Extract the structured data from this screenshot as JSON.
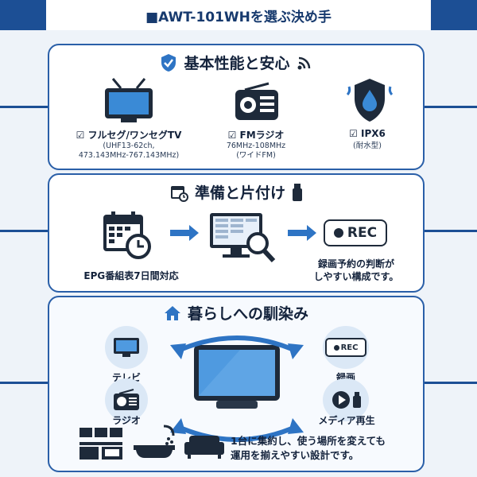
{
  "header": {
    "title": "■AWT-101WHを選ぶ決め手"
  },
  "section1": {
    "title": "基本性能と安心",
    "features": [
      {
        "label": "フルセグ/ワンセグTV",
        "sub1": "(UHF13-62ch,",
        "sub2": "473.143MHz-767.143MHz)"
      },
      {
        "label": "FMラジオ",
        "sub1": "76MHz-108MHz",
        "sub2": "(ワイドFM)"
      },
      {
        "label": "IPX6",
        "sub1": "(耐水型)",
        "sub2": ""
      }
    ]
  },
  "section2": {
    "title": "準備と片付け",
    "rec": "REC",
    "epg_label": "EPG番組表7日間対応",
    "rec_line1": "録画予約の判断が",
    "rec_line2": "しやすい構成です。"
  },
  "section3": {
    "title": "暮らしへの馴染み",
    "tv": "テレビ",
    "radio": "ラジオ",
    "rec": "REC",
    "recording": "録画",
    "media": "メディア再生",
    "note1": "1台に集約し、使う場所を変えても",
    "note2": "運用を揃えやすい設計です。"
  },
  "colors": {
    "navy": "#1c4f95",
    "accent": "#2e74c4",
    "dark": "#1e2a3a"
  }
}
